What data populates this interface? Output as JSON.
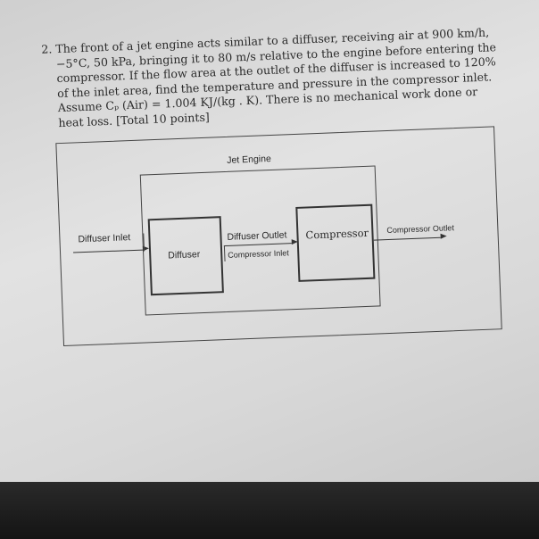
{
  "problem": {
    "number": "2.",
    "lines": [
      "The front of a jet engine acts similar to a diffuser, receiving air at 900 km/h,",
      "−5°C, 50 kPa, bringing it to 80 m/s relative to the engine before entering the",
      "compressor. If the flow area at the outlet of the diffuser is increased to 120%",
      "of the inlet area, find the temperature and pressure in the compressor inlet.",
      "Assume Cₚ (Air) = 1.004 KJ/(kg . K). There is no mechanical work done or",
      "heat loss. [Total 10 points]"
    ]
  },
  "diagram": {
    "title": "Jet Engine",
    "diffuser_inlet": "Diffuser Inlet",
    "diffuser": "Diffuser",
    "diffuser_outlet": "Diffuser Outlet",
    "compressor_inlet": "Compressor Inlet",
    "compressor": "Compressor",
    "compressor_outlet": "Compressor Outlet"
  }
}
